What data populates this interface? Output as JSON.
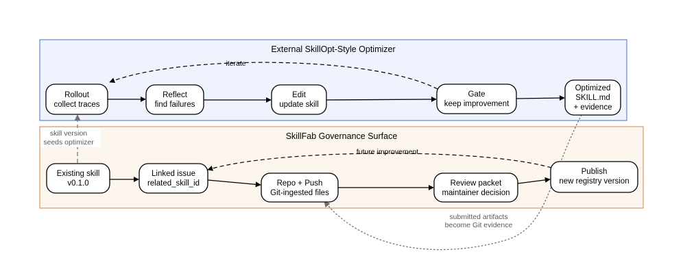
{
  "clusters": {
    "optimizer": {
      "title": "External SkillOpt-Style Optimizer",
      "fill": "#eef3fd",
      "stroke": "#6b8ed6"
    },
    "governance": {
      "title": "SkillFab Governance Surface",
      "fill": "#fdf6ef",
      "stroke": "#d9a273"
    }
  },
  "nodes": {
    "rollout": {
      "line1": "Rollout",
      "line2": "collect traces"
    },
    "reflect": {
      "line1": "Reflect",
      "line2": "find failures"
    },
    "edit": {
      "line1": "Edit",
      "line2": "update skill"
    },
    "gate": {
      "line1": "Gate",
      "line2": "keep improvement"
    },
    "optimized": {
      "line1": "Optimized",
      "line2": "SKILL.md",
      "line3": "+ evidence"
    },
    "existing": {
      "line1": "Existing skill",
      "line2": "v0.1.0"
    },
    "linked": {
      "line1": "Linked issue",
      "line2": "related_skill_id"
    },
    "repo": {
      "line1": "Repo + Push",
      "line2": "Git-ingested files"
    },
    "review": {
      "line1": "Review packet",
      "line2": "maintainer decision"
    },
    "publish": {
      "line1": "Publish",
      "line2": "new registry version"
    }
  },
  "edge_labels": {
    "iterate": "iterate",
    "future_improvement": "future improvement",
    "seeds_line1": "skill version",
    "seeds_line2": "seeds optimizer",
    "submitted_line1": "submitted artifacts",
    "submitted_line2": "become Git evidence"
  },
  "colors": {
    "edge": "#000000",
    "secondary_edge": "#707070",
    "secondary_label": "#5a5a5a"
  }
}
